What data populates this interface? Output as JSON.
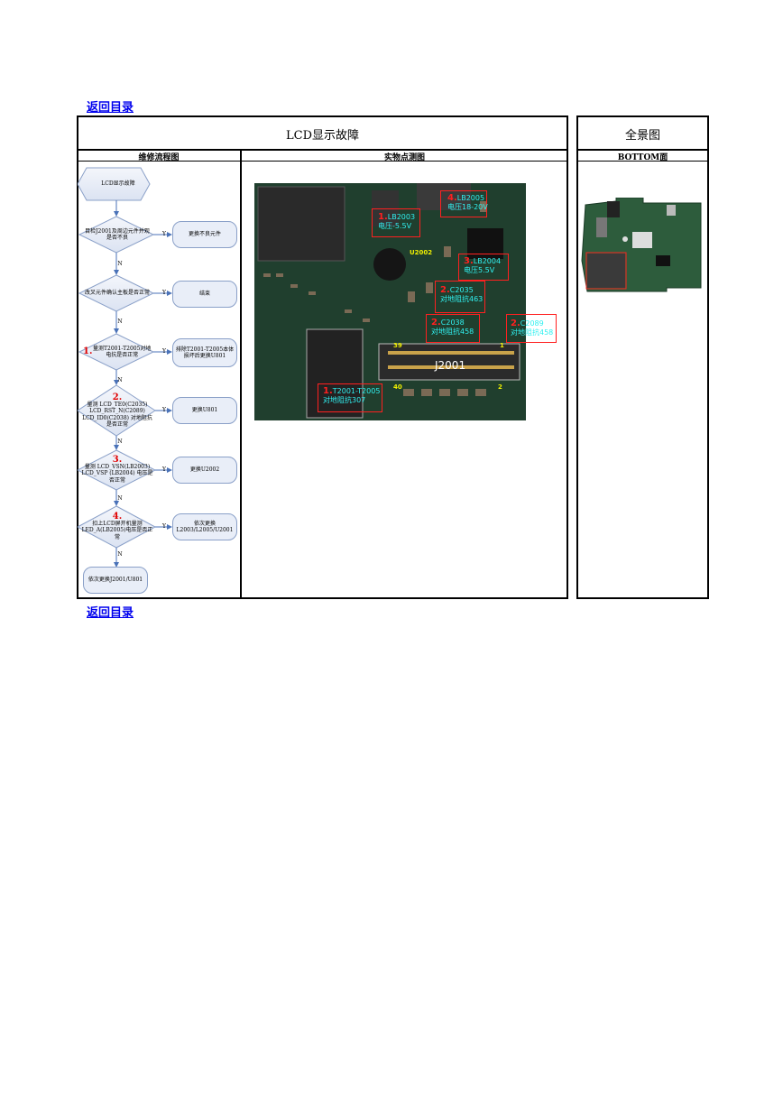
{
  "back_link_top": "返回目录",
  "back_link_bottom": "返回目录",
  "header": {
    "title": "LCD显示故障",
    "overview_title": "全景图",
    "col_flow": "维修流程图",
    "col_photo": "实物点测图",
    "col_bottom": "BOTTOM面"
  },
  "flow": {
    "start": "LCD显示故障",
    "q0": "目检J2001及周边元件并观是否不良",
    "a0": "更换不良元件",
    "q1": "改叉元件确认主板是否正常",
    "a1": "结束",
    "q2_num": "1.",
    "q2": "量测T2001-T2005对地电抗是否正常",
    "a2": "排除T2001-T2005本体损坏后更换U801",
    "q3_num": "2.",
    "q3": "量测 LCD_TE0(C2035) LCD_RST_N(C2089) LCD_ID0(C2038) 对地阻抗是否正常",
    "a3": "更换U801",
    "q4_num": "3.",
    "q4": "量测 LCD_VSN(LB2003) LCD_VSP (LB2004) 电压是否正常",
    "a4": "更换U2002",
    "q5_num": "4.",
    "q5": "扣上LCD屏开机量测 LED_A(LB2005)电压是否正常",
    "a5": "依次更换 L2003/L2005/U2001",
    "end": "依次更换J2001/U801",
    "yes": "Y",
    "no": "N"
  },
  "photo": {
    "labels": [
      {
        "num": "4.",
        "text": "LB2005",
        "text2": "电压18-20V"
      },
      {
        "num": "1.",
        "text": "LB2003",
        "text2": "电压-5.5V"
      },
      {
        "num": "3.",
        "text": "LB2004",
        "text2": "电压5.5V"
      },
      {
        "num": "2.",
        "text": "C2035",
        "text2": "对地阻抗463"
      },
      {
        "num": "2.",
        "text": "C2038",
        "text2": "对地阻抗458"
      },
      {
        "num": "2.",
        "text": "C2089",
        "text2": "对地阻抗458"
      },
      {
        "num": "1.",
        "text": "T2001-T2005",
        "text2": "对地阻抗307"
      }
    ],
    "u2002": "U2002",
    "j2001": "J2001",
    "pin39": "39",
    "pin1": "1",
    "pin40": "40",
    "pin2": "2"
  },
  "colors": {
    "label": "#30f0f0",
    "highlight": "#ff2020",
    "link": "#0000ee"
  }
}
